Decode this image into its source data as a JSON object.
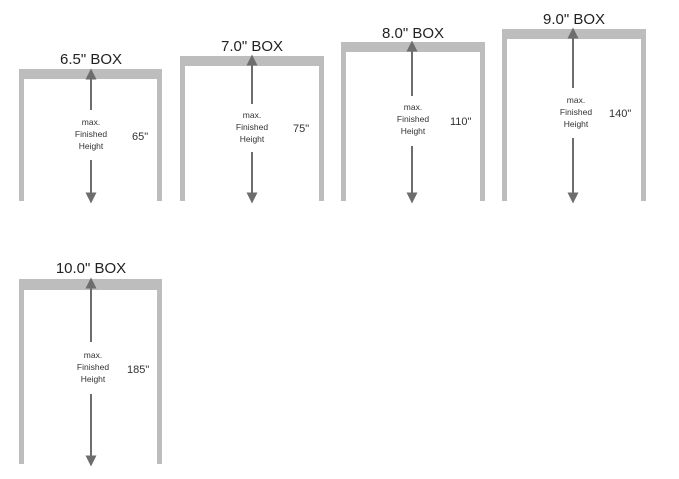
{
  "boxes": [
    {
      "title": "6.5\" BOX",
      "max_finished_height": "65\""
    },
    {
      "title": "7.0\" BOX",
      "max_finished_height": "75\""
    },
    {
      "title": "8.0\" BOX",
      "max_finished_height": "110\""
    },
    {
      "title": "9.0\" BOX",
      "max_finished_height": "140\""
    },
    {
      "title": "10.0\" BOX",
      "max_finished_height": "185\""
    }
  ],
  "caption": {
    "line1": "max.",
    "line2": "Finished",
    "line3": "Height"
  },
  "colors": {
    "frame": "#bdbdbd",
    "arrow": "#6d6d6d",
    "text": "#333333"
  }
}
